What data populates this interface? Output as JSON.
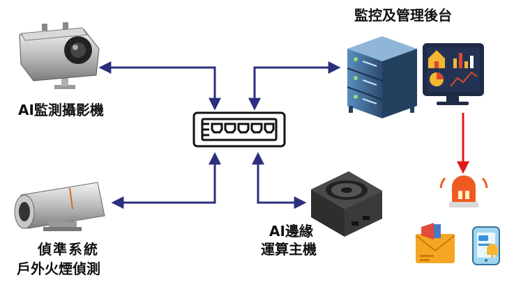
{
  "labels": {
    "ai_camera": "AI監測攝影機",
    "backend": "監控及管理後台",
    "edge_line1": "AI邊緣",
    "edge_line2": "運算主機",
    "detector_line1": "偵準系統",
    "detector_line2": "戶外火煙偵測"
  },
  "colors": {
    "connector": "#2b2f7e",
    "alert_arrow": "#e01919",
    "switch_outline": "#111111"
  },
  "icons": {
    "ai_camera": "security-camera-icon",
    "detector_camera": "explosion-proof-camera-icon",
    "switch": "network-switch-icon",
    "server": "server-rack-icon",
    "dashboard": "dashboard-monitor-icon",
    "edge_device": "edge-compute-box-icon",
    "siren": "alarm-siren-icon",
    "email": "email-alert-icon",
    "phone": "phone-notification-icon"
  }
}
